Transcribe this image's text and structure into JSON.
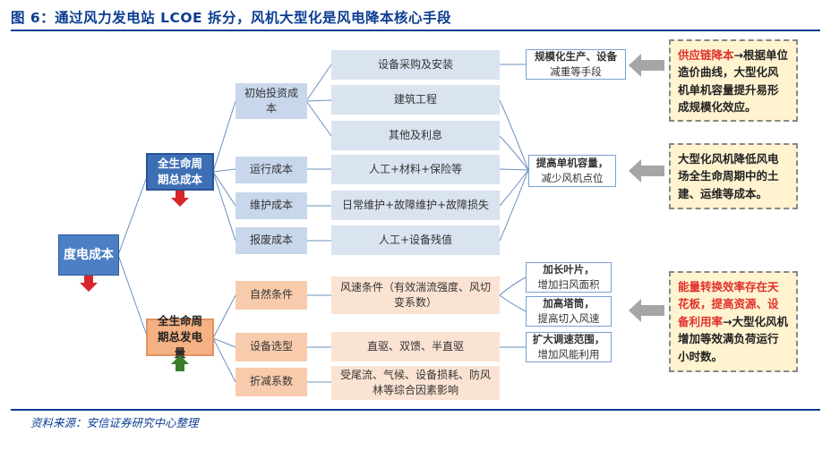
{
  "title": "图 6：通过风力发电站 LCOE 拆分，风机大型化是风电降本核心手段",
  "root": "度电成本",
  "cost_group": "全生命周期总成本",
  "gen_group": "全生命周期总发电量",
  "cost_items": [
    "初始投资成本",
    "运行成本",
    "维护成本",
    "报废成本"
  ],
  "gen_items": [
    "自然条件",
    "设备选型",
    "折减系数"
  ],
  "cost_leaves": [
    "设备采购及安装",
    "建筑工程",
    "其他及利息",
    "人工+材料+保险等",
    "日常维护+故障维护+故障损失",
    "人工+设备残值"
  ],
  "gen_leaves": [
    "风速条件（有效湍流强度、风切变系数）",
    "直驱、双馈、半直驱",
    "受尾流、气候、设备损耗、防风林等综合因素影响"
  ],
  "mid_boxes": {
    "m1_bold": "规模化生产、设备",
    "m1_rest": "减重等手段",
    "m2_bold": "提高单机容量，",
    "m2_rest": "减少风机点位",
    "m3_bold": "加长叶片，",
    "m3_rest": "增加扫风面积",
    "m4_bold": "加高塔筒，",
    "m4_rest": "提高切入风速",
    "m5_bold": "扩大调速范围，",
    "m5_rest": "增加风能利用"
  },
  "notes": {
    "n1_red": "供应链降本",
    "n1_rest": "→根据单位造价曲线，大型化风机单机容量提升易形成规模化效应。",
    "n2": "大型化风机降低风电场全生命周期中的土建、运维等成本。",
    "n3_red": "能量转换效率存在天花板，提高资源、设备利用率",
    "n3_rest": "→大型化风机增加等效满负荷运行小时数。"
  },
  "source": "资料来源：安信证券研究中心整理",
  "colors": {
    "brand_blue": "#0b3d91",
    "arrow_red": "#d9262b",
    "arrow_green": "#3a7d2c"
  }
}
